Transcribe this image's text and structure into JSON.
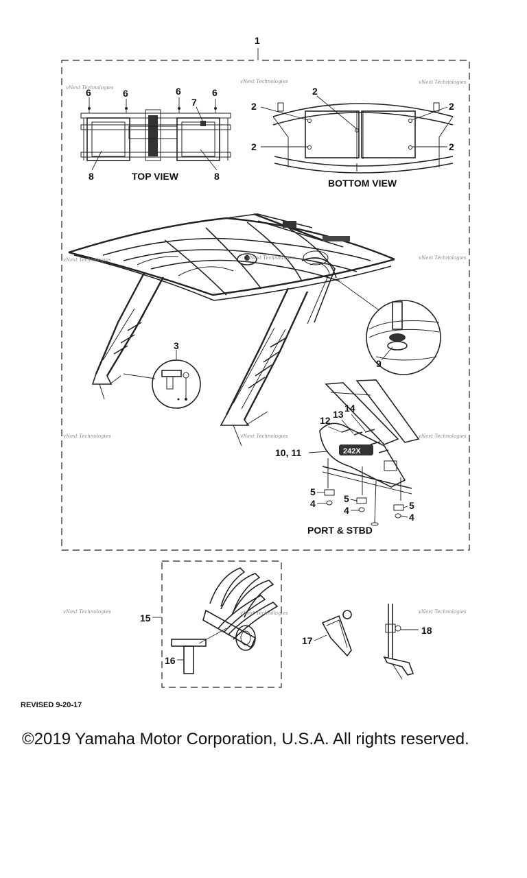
{
  "diagram": {
    "callouts": {
      "c1": "1",
      "c2": "2",
      "c3": "3",
      "c4": "4",
      "c5": "5",
      "c6": "6",
      "c7": "7",
      "c8": "8",
      "c9": "9",
      "c10_11": "10, 11",
      "c12": "12",
      "c13": "13",
      "c14": "14",
      "c15": "15",
      "c16": "16",
      "c17": "17",
      "c18": "18"
    },
    "views": {
      "top": "TOP VIEW",
      "bottom": "BOTTOM VIEW",
      "port_stbd": "PORT & STBD"
    },
    "decal_text": "242X",
    "watermark": "vNext Technologies"
  },
  "footer": {
    "revised": "REVISED 9-20-17",
    "copyright": "©2019 Yamaha Motor Corporation, U.S.A. All rights reserved."
  }
}
